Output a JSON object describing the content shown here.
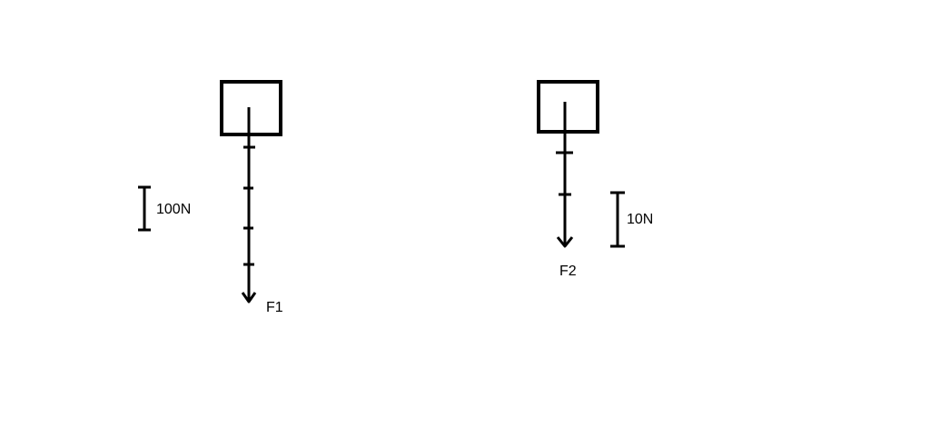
{
  "diagram_1": {
    "force_label": "F1",
    "scale_label": "100N"
  },
  "diagram_2": {
    "force_label": "F2",
    "scale_label": "10N"
  }
}
